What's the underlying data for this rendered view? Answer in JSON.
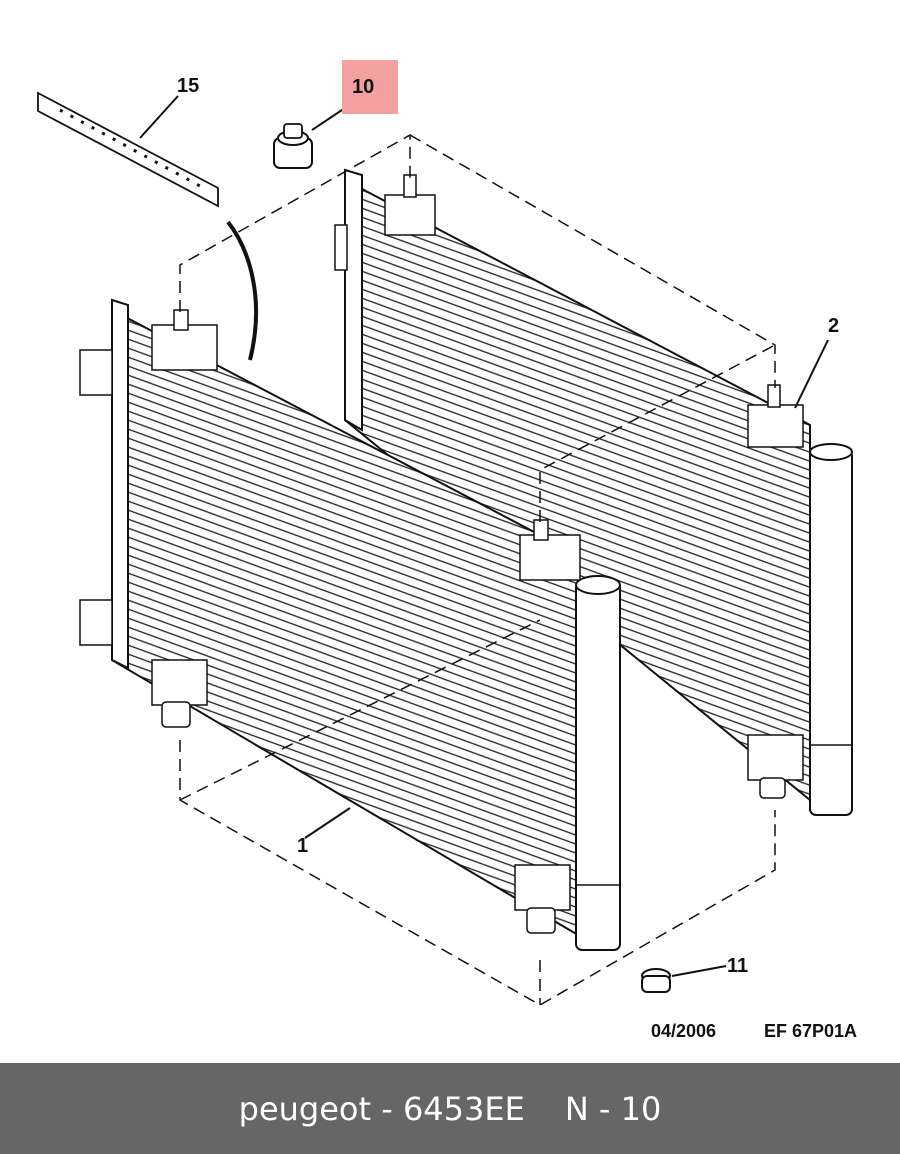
{
  "diagram": {
    "callouts": {
      "part_15": "15",
      "part_10": "10",
      "part_2": "2",
      "part_1": "1",
      "part_11": "11"
    },
    "highlight_color": "#f4a0a0",
    "revision_date": "04/2006",
    "drawing_code": "EF 67P01A"
  },
  "footer": {
    "brand": "peugeot",
    "separator": " - ",
    "part_number": "6453EE",
    "position_label": "N - 10",
    "background_color": "#666666"
  }
}
